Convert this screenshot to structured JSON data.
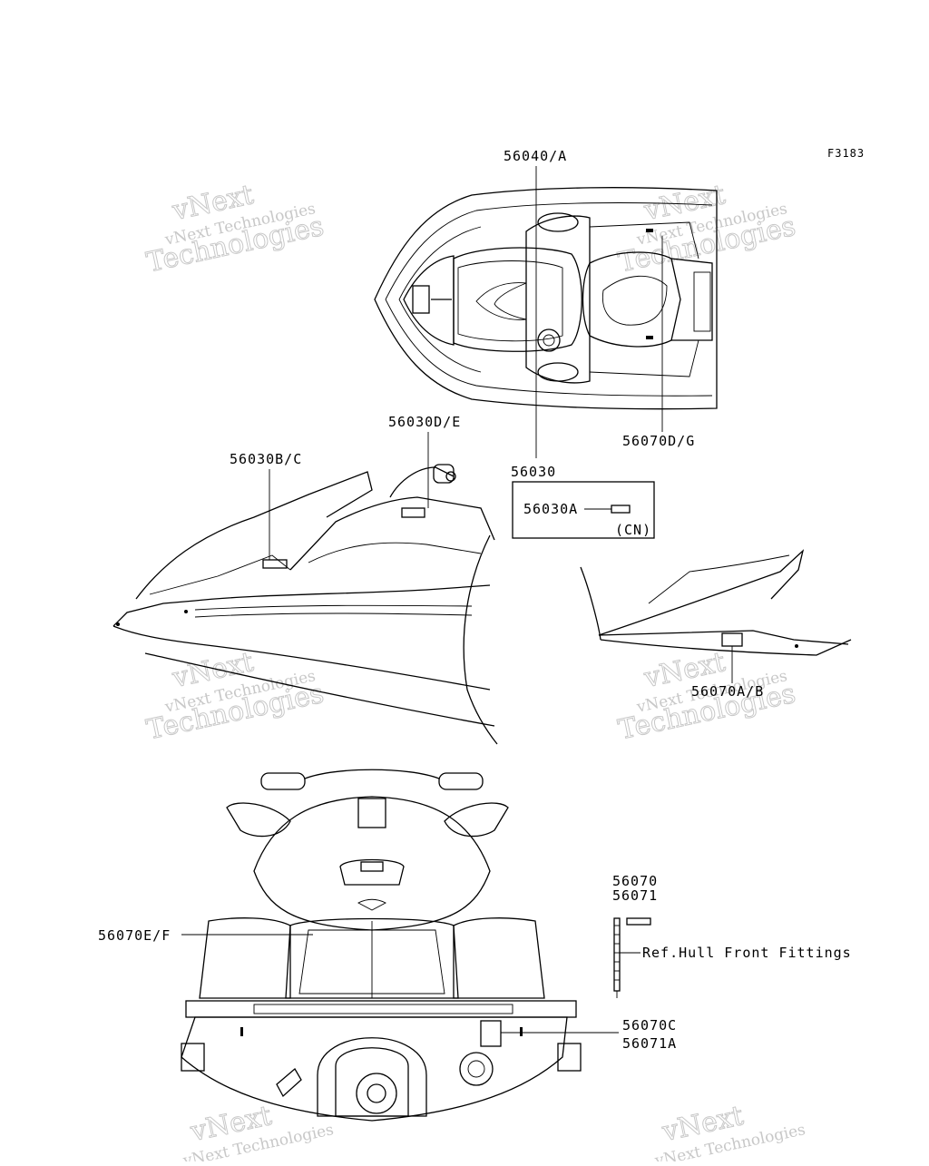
{
  "figure_code": "F3183",
  "watermark": {
    "line1": "vNext Technologies",
    "line2": "vNext",
    "line3": "Technologies"
  },
  "callouts": {
    "top_left_stem": "56040/A",
    "top_right_stem": "56070D/G",
    "center_stem": "56030",
    "cn_box_part": "56030A",
    "cn_box_note": "(CN)",
    "side_left": "56030B/C",
    "side_upper": "56030D/E",
    "side_rear": "56070A/B",
    "rear_left": "56070E/F",
    "rear_right_a": "56070C",
    "rear_right_b": "56071A",
    "legend_a": "56070",
    "legend_b": "56071",
    "reference": "Ref.Hull Front Fittings"
  }
}
